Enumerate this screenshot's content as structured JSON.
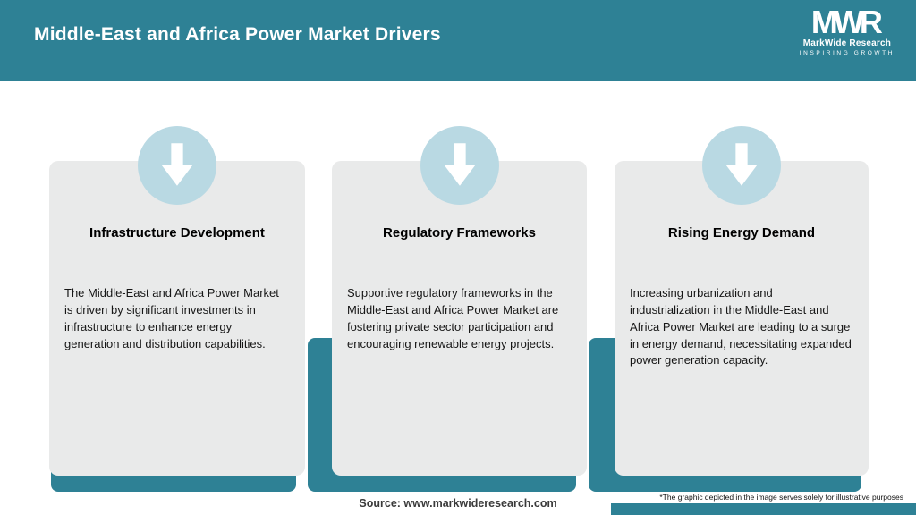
{
  "header": {
    "title": "Middle-East and Africa Power Market Drivers",
    "logo": {
      "acronym": "MWR",
      "name": "MarkWide Research",
      "tagline": "INSPIRING GROWTH"
    }
  },
  "cards": [
    {
      "icon": "down-arrow-icon",
      "title": "Infrastructure Development",
      "body": "The Middle-East and Africa Power Market is driven by significant investments in infrastructure to enhance energy generation and distribution capabilities."
    },
    {
      "icon": "down-arrow-icon",
      "title": "Regulatory Frameworks",
      "body": "Supportive regulatory frameworks in the Middle-East and Africa Power Market are fostering private sector participation and encouraging renewable energy projects."
    },
    {
      "icon": "down-arrow-icon",
      "title": "Rising Energy Demand",
      "body": "Increasing urbanization and industrialization in the Middle-East and Africa Power Market are leading to a surge in energy demand, necessitating expanded power generation capacity."
    }
  ],
  "footer": {
    "source": "Source: www.markwideresearch.com",
    "disclaimer": "*The graphic depicted in the image serves solely for illustrative purposes"
  },
  "colors": {
    "teal": "#2e8195",
    "circle": "#b9d9e3",
    "card_bg": "#e9eaea"
  }
}
